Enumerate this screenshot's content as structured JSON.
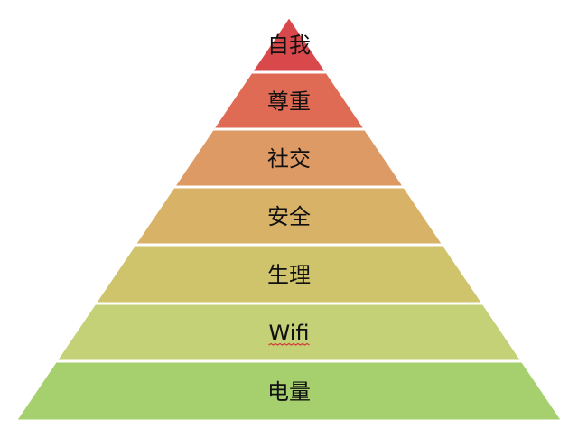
{
  "pyramid": {
    "tiers": [
      {
        "label": "自我",
        "color": "#d9484a"
      },
      {
        "label": "尊重",
        "color": "#df6b55"
      },
      {
        "label": "社交",
        "color": "#de9a64"
      },
      {
        "label": "安全",
        "color": "#d8b267"
      },
      {
        "label": "生理",
        "color": "#cfc46c"
      },
      {
        "label": "Wifi",
        "color": "#c4d176",
        "spellcheck_underline": true
      },
      {
        "label": "电量",
        "color": "#a6cf6e"
      }
    ],
    "separator_color": "#ffffff",
    "spellcheck_color": "#d23b3b"
  }
}
